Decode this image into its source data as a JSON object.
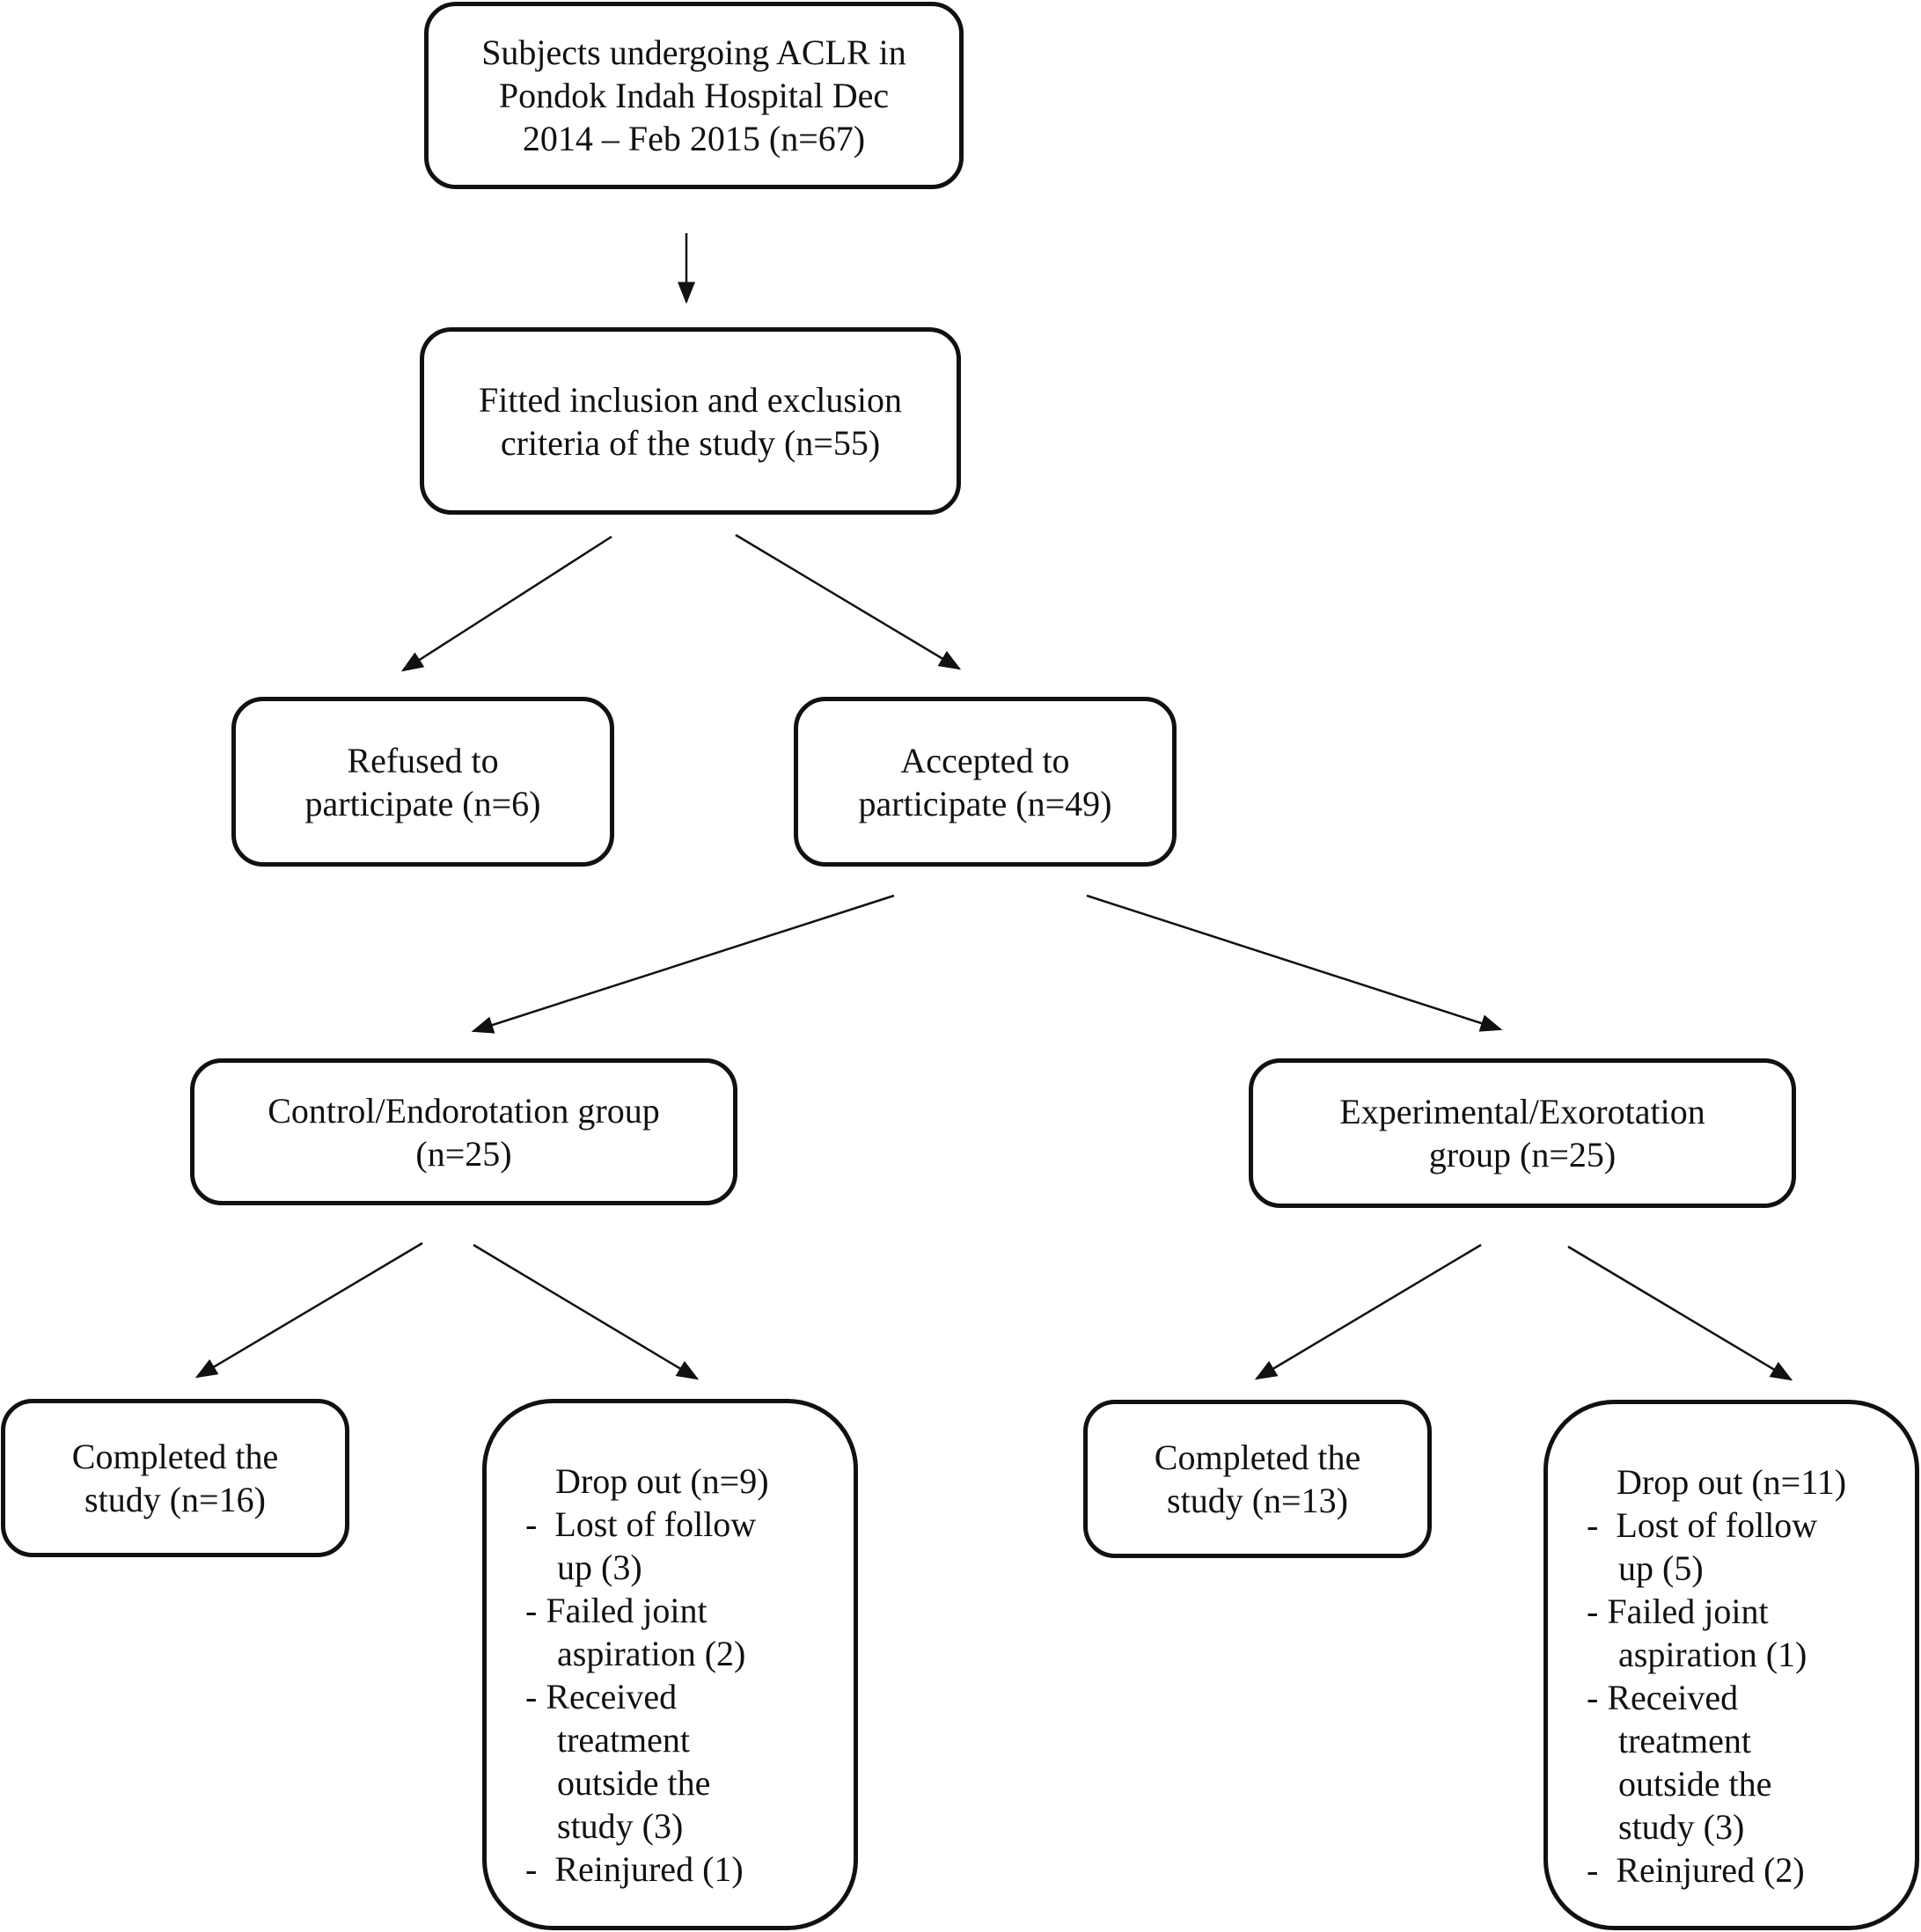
{
  "boxes": {
    "subjects": [
      "Subjects undergoing ACLR in",
      "Pondok Indah Hospital Dec",
      "2014 – Feb 2015 (n=67)"
    ],
    "fitted": [
      "Fitted inclusion and exclusion",
      "criteria of the study (n=55)"
    ],
    "refused": [
      "Refused to",
      "participate (n=6)"
    ],
    "accepted": [
      "Accepted to",
      "participate (n=49)"
    ],
    "control": [
      "Control/Endorotation group",
      "(n=25)"
    ],
    "experimental": [
      "Experimental/Exorotation",
      "group (n=25)"
    ],
    "control_completed": [
      "Completed the",
      "study (n=16)"
    ],
    "experimental_completed": [
      "Completed the",
      "study (n=13)"
    ]
  },
  "control_dropout": {
    "title": "Drop out (n=9)",
    "items": [
      {
        "marker": "-",
        "lines": [
          "Lost of follow",
          "up (3)"
        ]
      },
      {
        "marker": "-",
        "lines": [
          "Failed joint",
          "aspiration (2)"
        ]
      },
      {
        "marker": "-",
        "lines": [
          "Received",
          "treatment",
          "outside the",
          "study (3)"
        ]
      },
      {
        "marker": "-",
        "lines": [
          "Reinjured (1)"
        ]
      }
    ]
  },
  "experimental_dropout": {
    "title": "Drop out (n=11)",
    "items": [
      {
        "marker": "-",
        "lines": [
          "Lost of follow",
          "up (5)"
        ]
      },
      {
        "marker": "-",
        "lines": [
          "Failed joint",
          "aspiration (1)"
        ]
      },
      {
        "marker": "-",
        "lines": [
          "Received",
          "treatment",
          "outside the",
          "study (3)"
        ]
      },
      {
        "marker": "-",
        "lines": [
          "Reinjured (2)"
        ]
      }
    ]
  }
}
